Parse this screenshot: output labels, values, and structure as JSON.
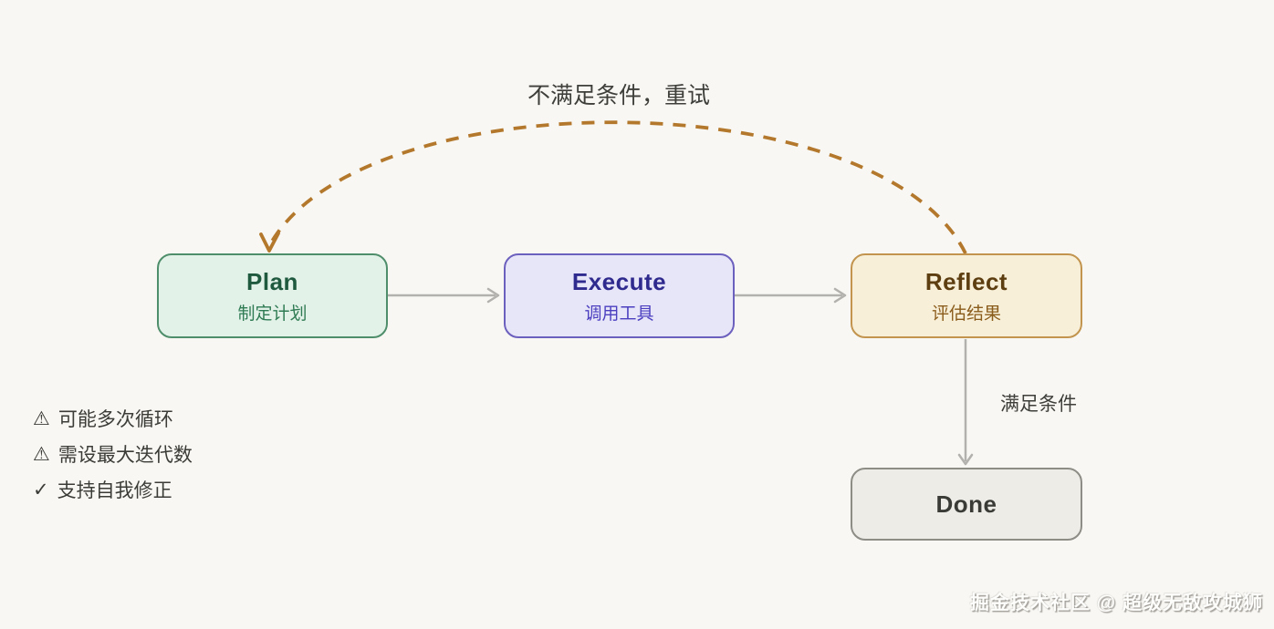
{
  "canvas": {
    "background": "#f8f7f3"
  },
  "nodes": {
    "plan": {
      "title": "Plan",
      "subtitle": "制定计划",
      "fill": "#e3f2e9",
      "border": "#4f8e6b",
      "title_color": "#1f5a3f",
      "subtitle_color": "#2f7b53"
    },
    "execute": {
      "title": "Execute",
      "subtitle": "调用工具",
      "fill": "#e7e5f8",
      "border": "#6c60be",
      "title_color": "#2f2a8e",
      "subtitle_color": "#4b3fc0"
    },
    "reflect": {
      "title": "Reflect",
      "subtitle": "评估结果",
      "fill": "#f8efd8",
      "border": "#c2944e",
      "title_color": "#5d3e11",
      "subtitle_color": "#8a5c1b"
    },
    "done": {
      "title": "Done",
      "fill": "#edece7",
      "border": "#8d8c85",
      "title_color": "#3a3a37"
    }
  },
  "edges": {
    "retry_label": "不满足条件，重试",
    "success_label": "满足条件",
    "retry_color": "#b3782c",
    "flow_color": "#b2b1ae"
  },
  "notes": [
    {
      "icon": "⚠",
      "text": "可能多次循环"
    },
    {
      "icon": "⚠",
      "text": "需设最大迭代数"
    },
    {
      "icon": "✓",
      "text": "支持自我修正"
    }
  ],
  "watermark": "掘金技术社区 @ 超级无敌攻城狮"
}
